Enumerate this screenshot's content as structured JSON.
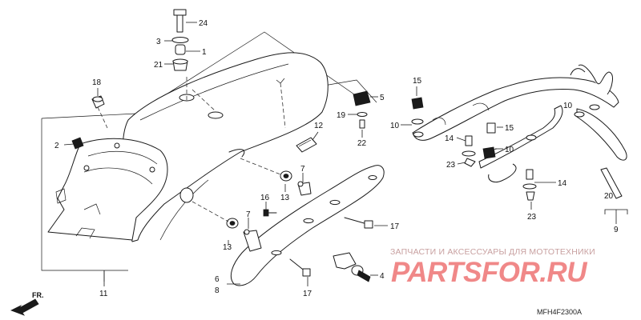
{
  "callouts": {
    "n1": "1",
    "n2": "2",
    "n3": "3",
    "n4": "4",
    "n5": "5",
    "n6": "6",
    "n7a": "7",
    "n7b": "7",
    "n8": "8",
    "n9": "9",
    "n10a": "10",
    "n10b": "10",
    "n10c": "10",
    "n11": "11",
    "n12": "12",
    "n13a": "13",
    "n13b": "13",
    "n14a": "14",
    "n14b": "14",
    "n15a": "15",
    "n15b": "15",
    "n16": "16",
    "n17a": "17",
    "n17b": "17",
    "n18": "18",
    "n19": "19",
    "n20": "20",
    "n21": "21",
    "n22": "22",
    "n23a": "23",
    "n23b": "23",
    "n24": "24"
  },
  "direction_label": "FR.",
  "diagram_code": "MFH4F2300A",
  "watermark": {
    "tagline": "ЗАПЧАСТИ И АКСЕССУАРЫ ДЛЯ МОТОТЕХНИКИ",
    "logo": "PARTSFOR.RU",
    "color": "#f08888"
  }
}
